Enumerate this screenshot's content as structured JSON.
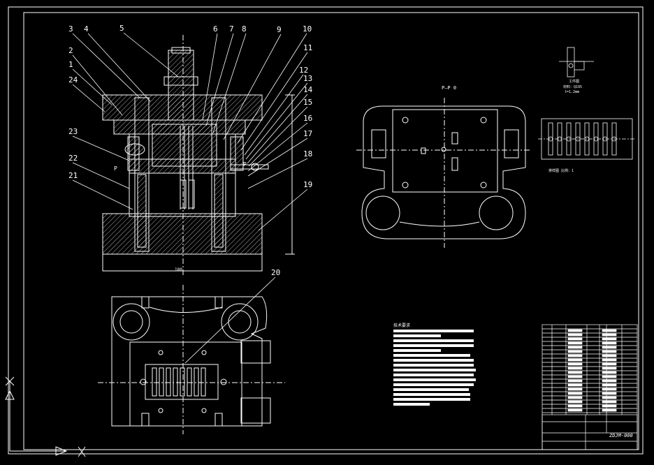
{
  "drawing": {
    "section_label": "P—P 0",
    "balloon_numbers": [
      "1",
      "2",
      "3",
      "4",
      "5",
      "6",
      "7",
      "8",
      "9",
      "10",
      "11",
      "12",
      "13",
      "14",
      "15",
      "16",
      "17",
      "18",
      "19",
      "20",
      "21",
      "22",
      "23",
      "24"
    ],
    "callout_p": "P",
    "dim_bottom": "180",
    "workpiece_title": "工件图",
    "workpiece_material": "材料：Q195",
    "workpiece_thickness": "t=1.2mm",
    "strip_caption": "排样图 比例：1",
    "tech_title": "技术要求",
    "drawing_no": "ZDJM-000",
    "colors": {
      "line": "#ffffff",
      "hatch": "#ffffff",
      "background": "#000000"
    }
  }
}
